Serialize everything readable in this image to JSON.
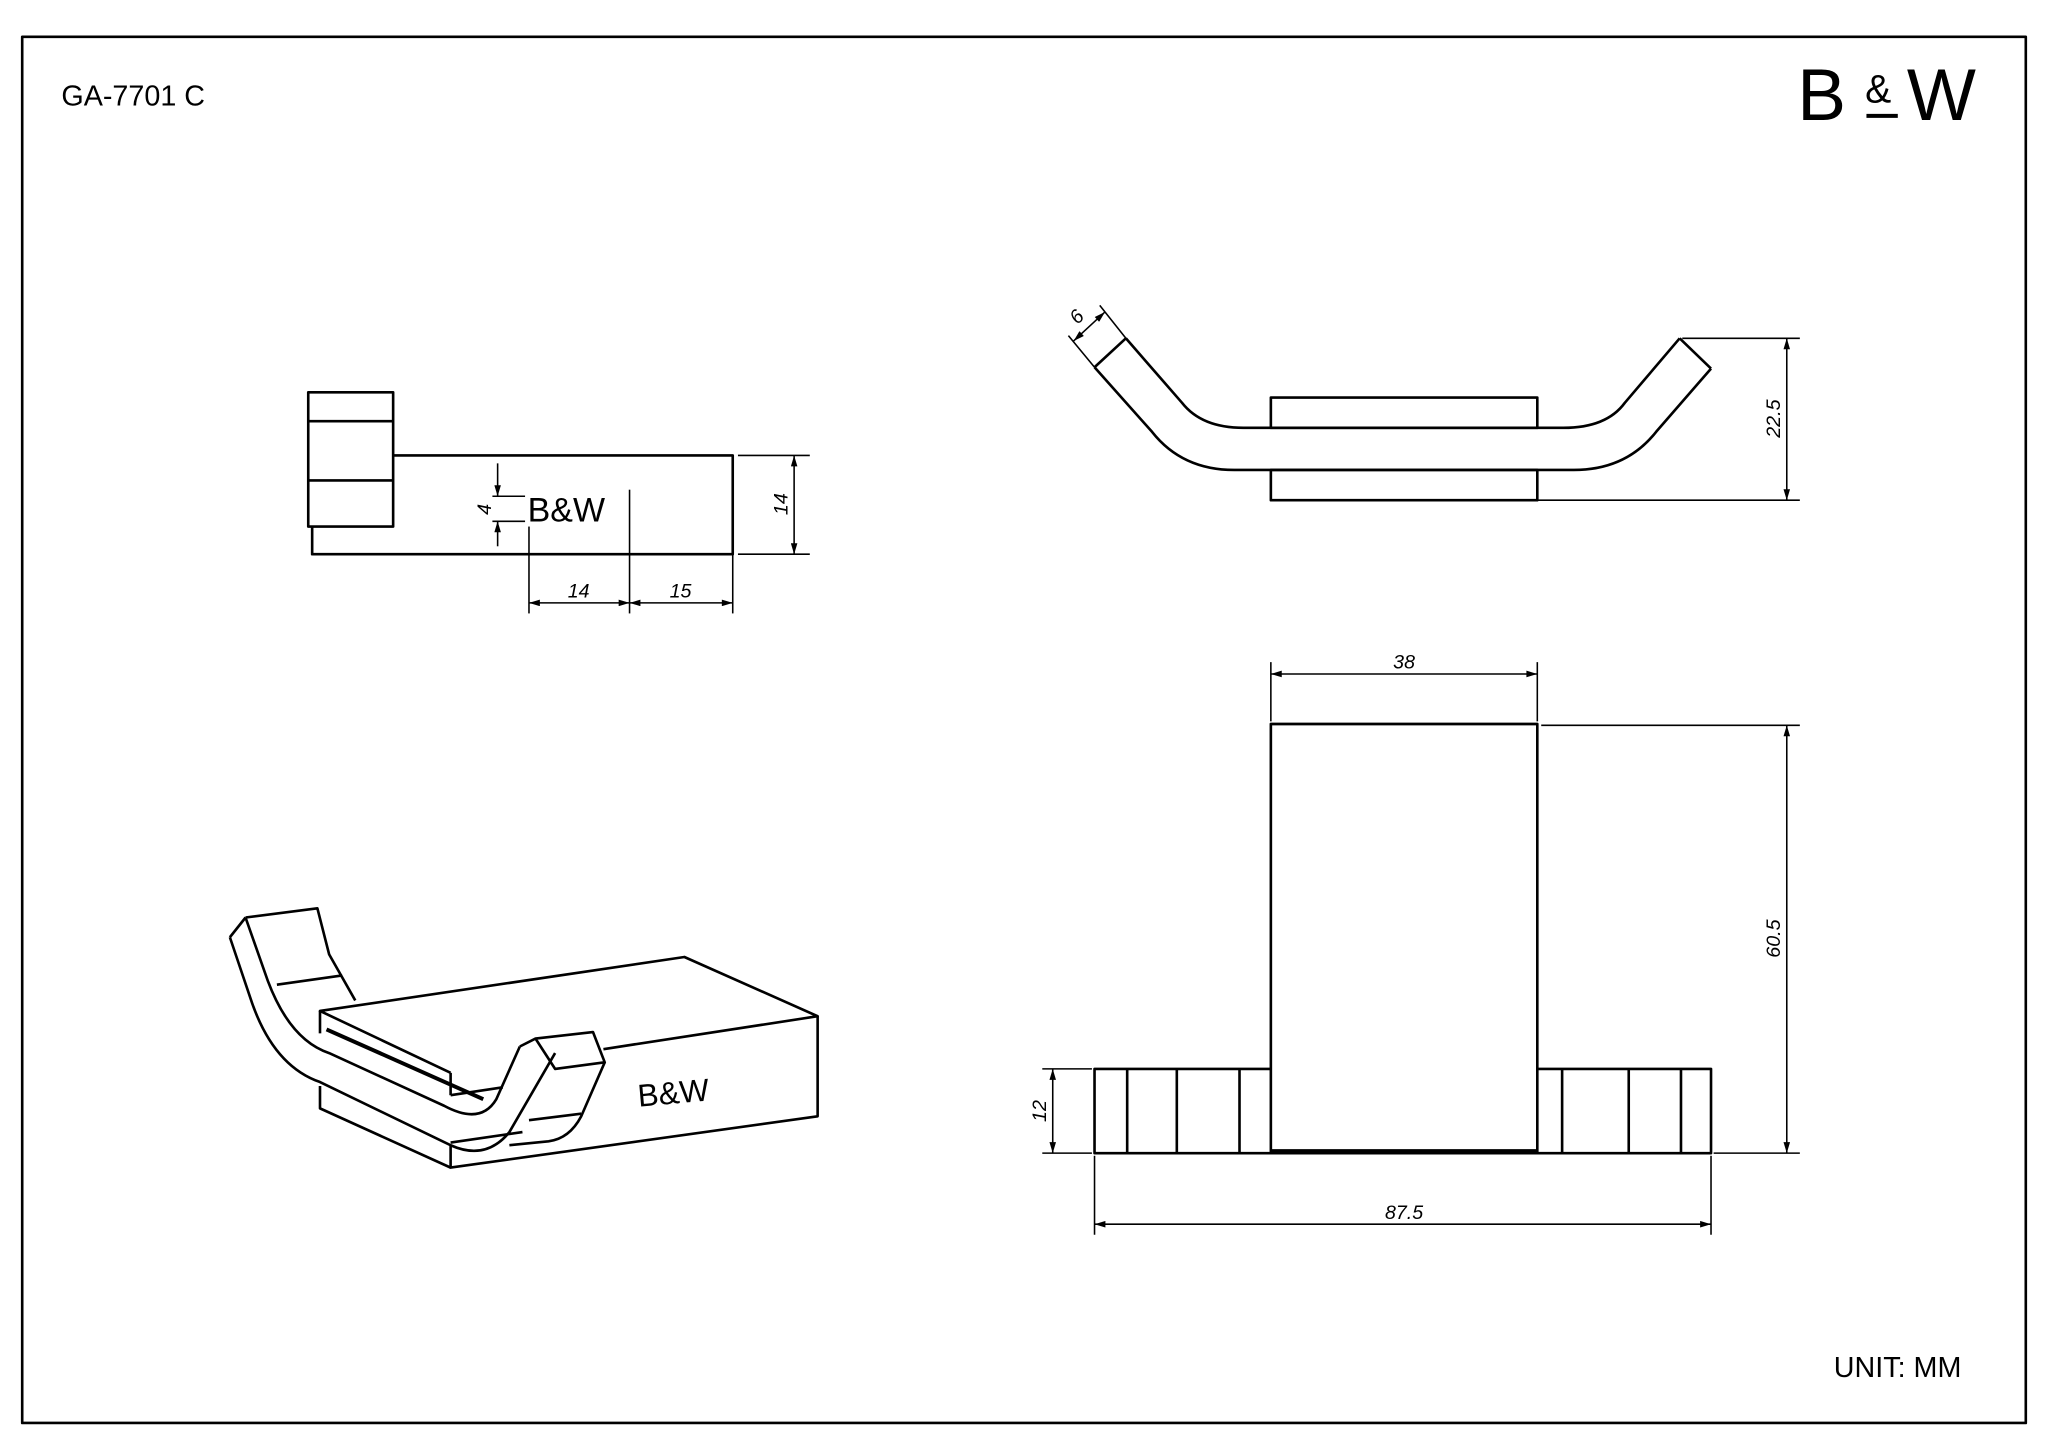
{
  "header": {
    "model": "GA-7701 C",
    "logo": "B&W",
    "logo_b": "B",
    "logo_amp": "&",
    "logo_w": "W"
  },
  "footer": {
    "unit": "UNIT: MM"
  },
  "side_view": {
    "mark": "B&W",
    "dims": {
      "mark_height": "4",
      "height": "14",
      "mark_offset": "14",
      "mark_to_end": "15"
    }
  },
  "top_view": {
    "dims": {
      "hook_width": "6",
      "depth": "22.5"
    }
  },
  "front_view": {
    "dims": {
      "width": "38",
      "height": "60.5",
      "base_height": "12",
      "overall_width": "87.5"
    }
  },
  "iso_view": {
    "mark": "B&W"
  }
}
